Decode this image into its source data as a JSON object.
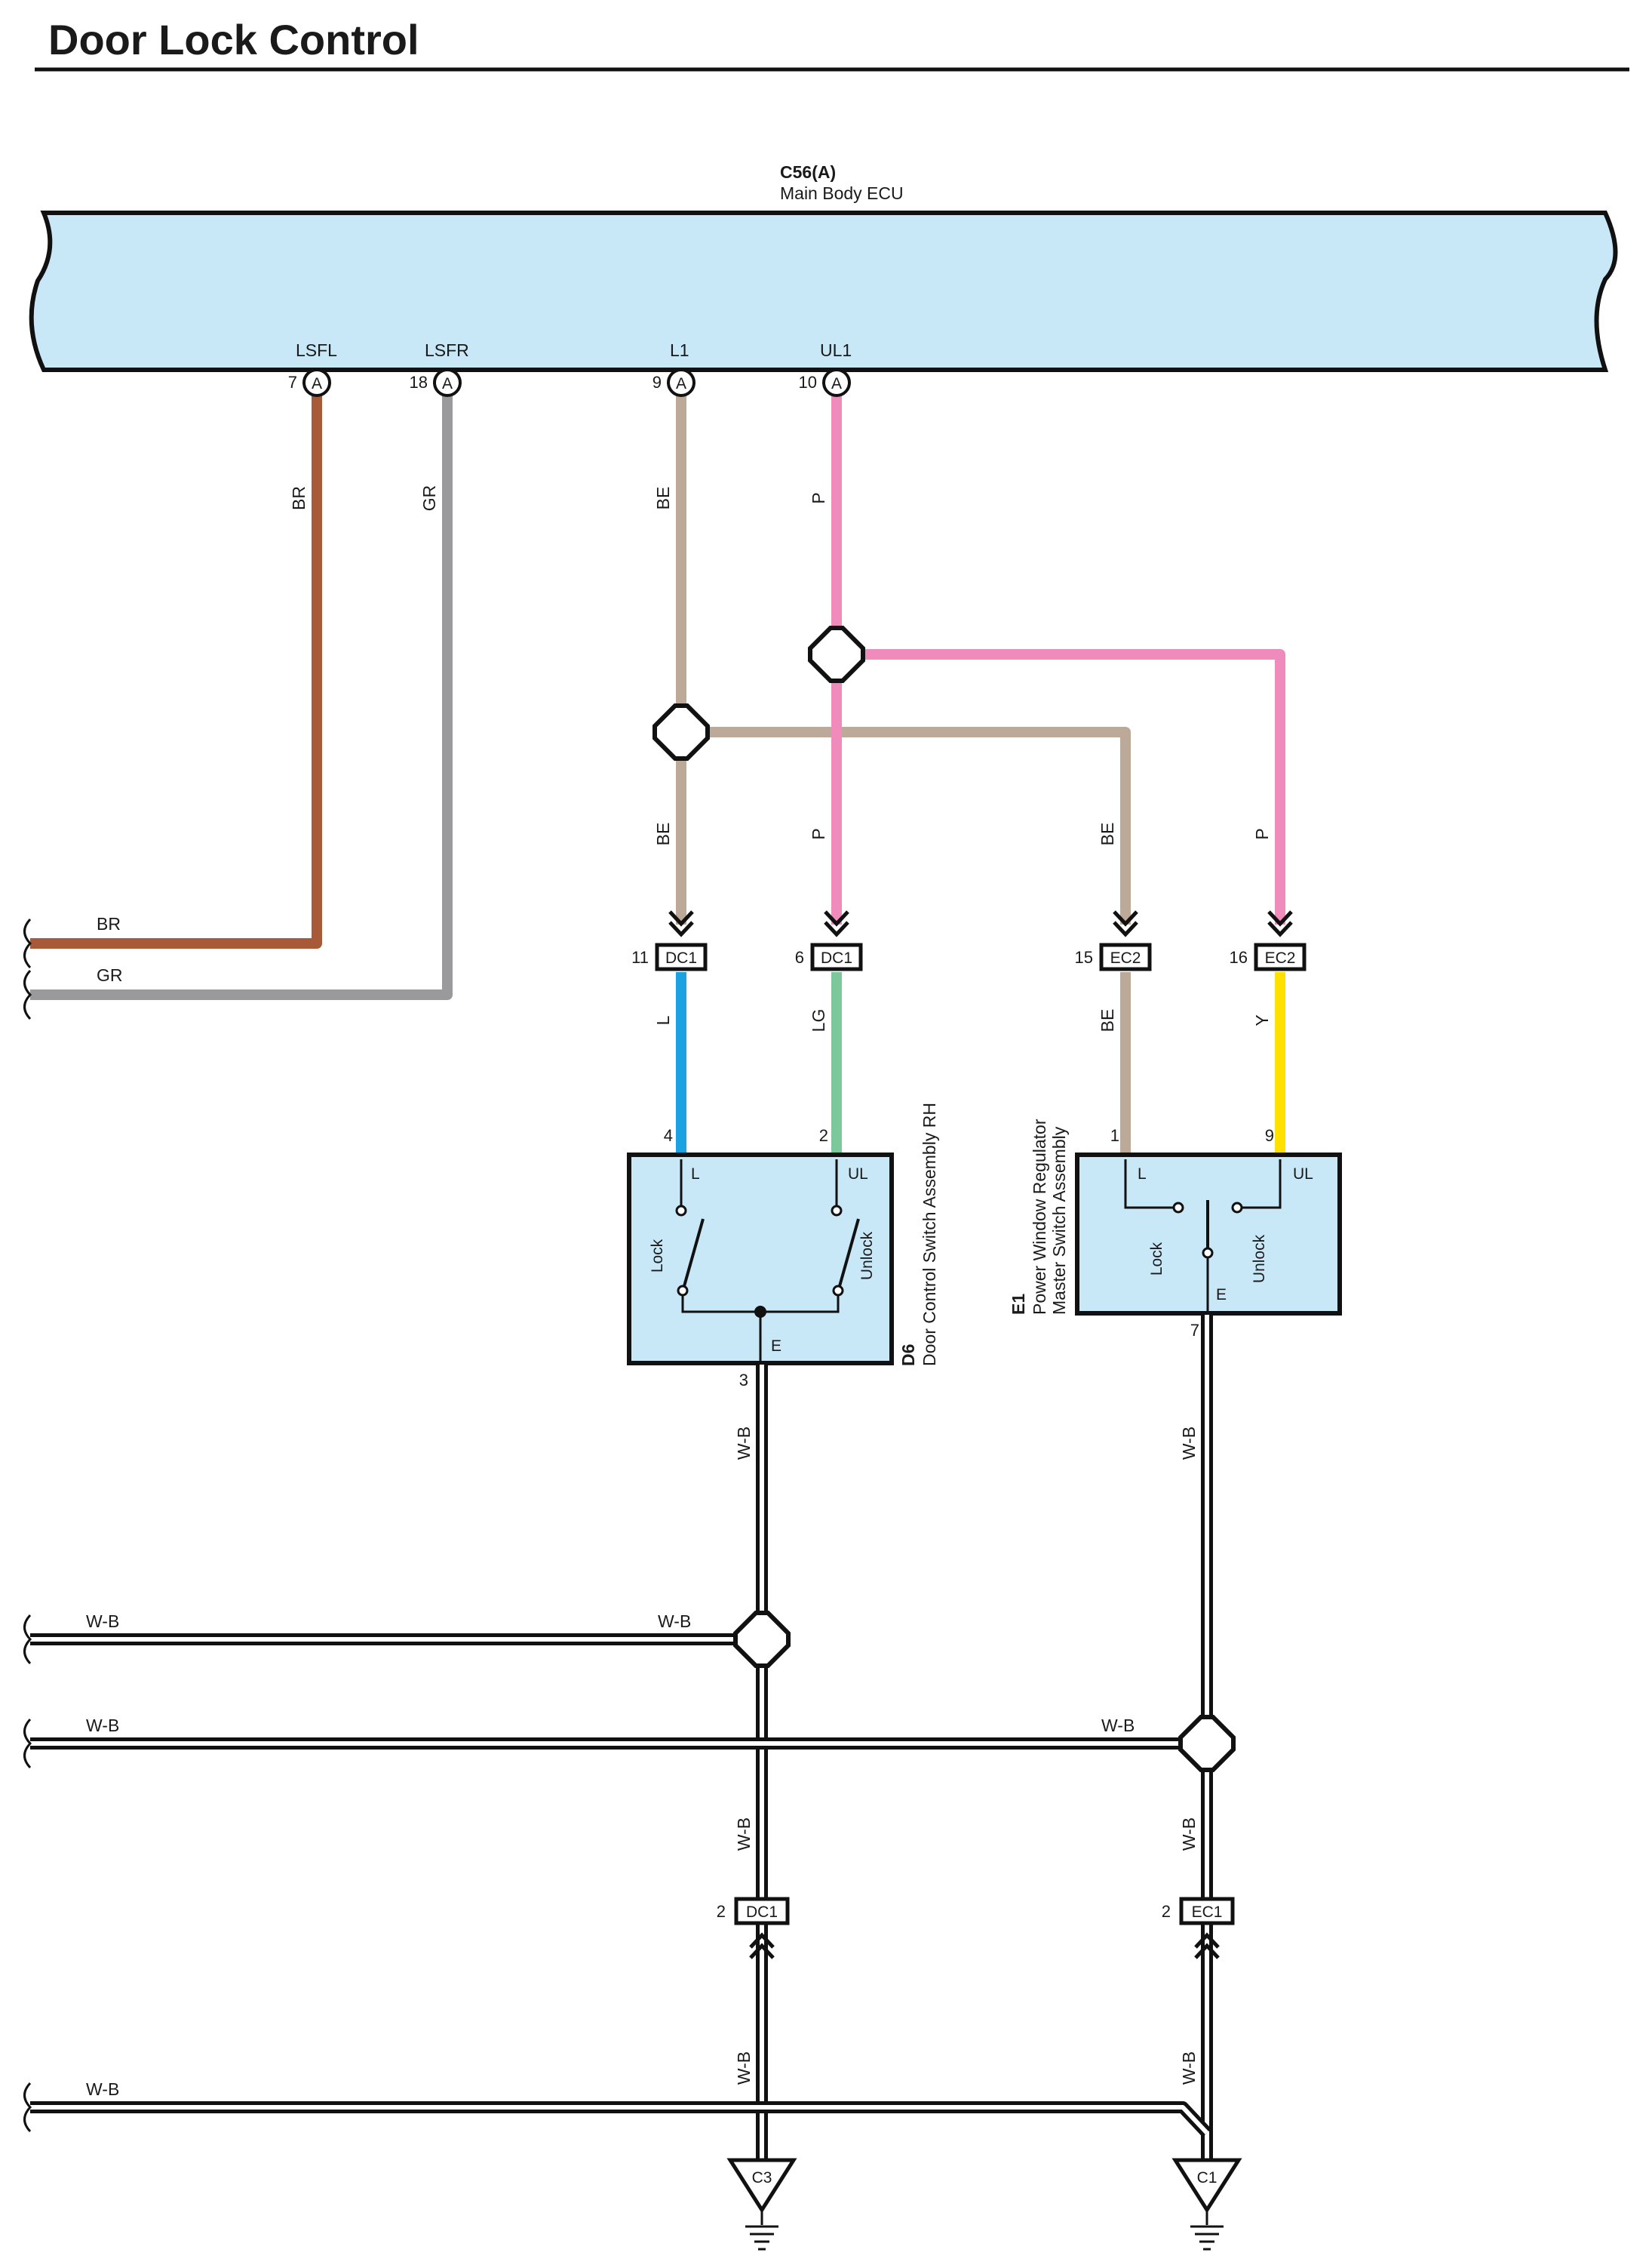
{
  "title": "Door Lock Control",
  "colors": {
    "ecu_fill": "#c8e8f8",
    "switch_fill": "#c8e8f8",
    "BR": "#a85a38",
    "GR": "#9a9a9c",
    "BE": "#bca998",
    "P": "#f08cbc",
    "L": "#1aa3e0",
    "LG": "#7cc89a",
    "Y": "#ffe000"
  },
  "ecu": {
    "code": "C56(A)",
    "name": "Main Body ECU",
    "pins": [
      {
        "name": "LSFL",
        "number": "7",
        "connector": "A"
      },
      {
        "name": "LSFR",
        "number": "18",
        "connector": "A"
      },
      {
        "name": "L1",
        "number": "9",
        "connector": "A"
      },
      {
        "name": "UL1",
        "number": "10",
        "connector": "A"
      }
    ]
  },
  "wires": {
    "lsfl": "BR",
    "lsfr": "GR",
    "l1": "BE",
    "ul1": "P",
    "be_branch": "BE",
    "p_branch": "P",
    "dc1_11_down": "L",
    "dc1_6_down": "LG",
    "ec2_15_down": "BE",
    "ec2_16_down": "Y",
    "left_br": "BR",
    "left_gr": "GR",
    "ground_wb": "W-B"
  },
  "connectors": [
    {
      "pin": "11",
      "name": "DC1"
    },
    {
      "pin": "6",
      "name": "DC1"
    },
    {
      "pin": "15",
      "name": "EC2"
    },
    {
      "pin": "16",
      "name": "EC2"
    },
    {
      "pin": "2",
      "name": "DC1"
    },
    {
      "pin": "2",
      "name": "EC1"
    }
  ],
  "d6": {
    "code": "D6",
    "name": "Door Control Switch Assembly RH",
    "pins": {
      "L": "4",
      "UL": "2",
      "E": "3"
    },
    "terminals": {
      "L": "L",
      "UL": "UL",
      "E": "E"
    },
    "labels": {
      "lock": "Lock",
      "unlock": "Unlock"
    }
  },
  "e1": {
    "code": "E1",
    "name_line1": "Power Window Regulator",
    "name_line2": "Master Switch Assembly",
    "pins": {
      "L": "1",
      "UL": "9",
      "E": "7"
    },
    "terminals": {
      "L": "L",
      "UL": "UL",
      "E": "E"
    },
    "labels": {
      "lock": "Lock",
      "unlock": "Unlock"
    }
  },
  "grounds": [
    {
      "name": "C3"
    },
    {
      "name": "C1"
    }
  ]
}
